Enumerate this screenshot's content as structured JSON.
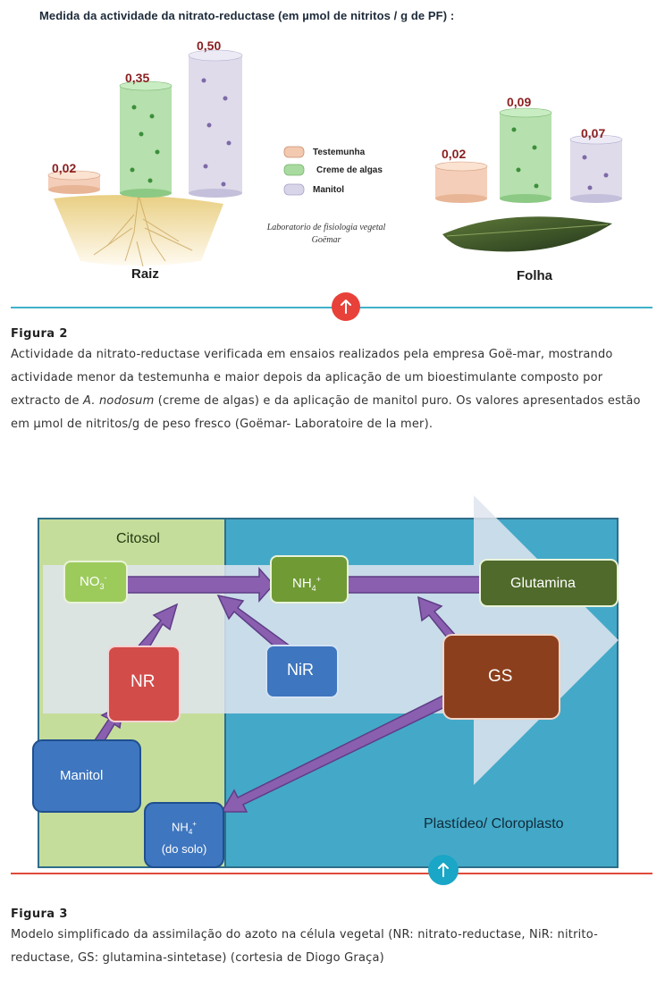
{
  "figure1": {
    "title": "Medida da actividade da nitrato-reductase (em µmol de nitritos / g de PF) :",
    "raiz": {
      "label": "Raiz",
      "values": [
        "0,02",
        "0,35",
        "0,50"
      ]
    },
    "folha": {
      "label": "Folha",
      "values": [
        "0,02",
        "0,09",
        "0,07"
      ]
    },
    "legend": [
      "Testemunha",
      "Creme de algas",
      "Manitol"
    ],
    "legend_colors": [
      "#f3c9b0",
      "#a9dba0",
      "#d9d5e8"
    ],
    "credit_line1": "Laboratorio de fisiologia vegetal",
    "credit_line2": "Goëmar"
  },
  "up_button_1": {
    "icon": "arrow-up-icon",
    "color": "#e8413a"
  },
  "figura2": {
    "heading": "Figura 2",
    "caption_pre": "Actividade da nitrato-reductase verificada em ensaios realizados pela empresa Goë-mar, mostrando actividade menor da testemunha e maior depois da aplicação de um bioestimulante composto por extracto de ",
    "caption_italic": "A. nodosum",
    "caption_post": " (creme de algas) e da aplicação de manitol puro. Os valores apresentados  estão em µmol de nitritos/g de peso fresco (Goëmar- Laboratoire de  la mer)."
  },
  "diagram": {
    "citosol": "Citosol",
    "plastideo": "Plastídeo/ Cloroplasto",
    "no3": "NO",
    "no3_sub": "3",
    "no3_sup": "-",
    "nh4": "NH",
    "nh4_sub": "4",
    "nh4_sup": "+",
    "glutamina": "Glutamina",
    "nr": "NR",
    "nir": "NiR",
    "gs": "GS",
    "manitol": "Manitol",
    "nh4_solo_line1": "NH",
    "nh4_solo_sub": "4",
    "nh4_solo_sup": "+",
    "nh4_solo_line2": "(do solo)"
  },
  "up_button_2": {
    "icon": "arrow-up-icon",
    "color": "#1aa6c6"
  },
  "figura3": {
    "heading": "Figura 3",
    "caption": "Modelo simplificado da assimilação do azoto na célula vegetal (NR: nitrato-reductase, NiR: nitrito-reductase, GS: glutamina-sintetase) (cortesia de Diogo Graça)"
  }
}
